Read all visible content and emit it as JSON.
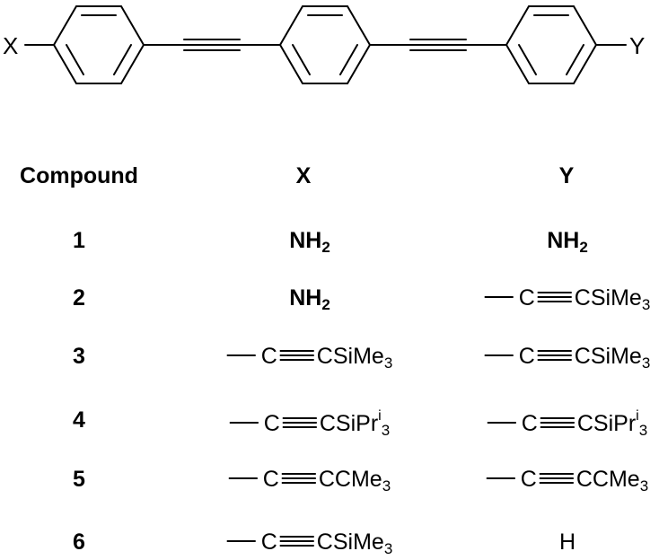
{
  "structure": {
    "left_label": "X",
    "right_label": "Y"
  },
  "table": {
    "headers": [
      "Compound",
      "X",
      "Y"
    ],
    "rows": [
      {
        "compound": "1",
        "x": {
          "kind": "nh2"
        },
        "y": {
          "kind": "nh2"
        }
      },
      {
        "compound": "2",
        "x": {
          "kind": "nh2"
        },
        "y": {
          "kind": "alkyne",
          "group": "SiMe",
          "sub": "3",
          "sup": ""
        }
      },
      {
        "compound": "3",
        "x": {
          "kind": "alkyne",
          "group": "SiMe",
          "sub": "3",
          "sup": ""
        },
        "y": {
          "kind": "alkyne",
          "group": "SiMe",
          "sub": "3",
          "sup": ""
        }
      },
      {
        "compound": "4",
        "x": {
          "kind": "alkyne",
          "group": "SiPr",
          "sub": "3",
          "sup": "i"
        },
        "y": {
          "kind": "alkyne",
          "group": "SiPr",
          "sub": "3",
          "sup": "i"
        }
      },
      {
        "compound": "5",
        "x": {
          "kind": "alkyne",
          "group": "CMe",
          "sub": "3",
          "sup": ""
        },
        "y": {
          "kind": "alkyne",
          "group": "CMe",
          "sub": "3",
          "sup": ""
        }
      },
      {
        "compound": "6",
        "x": {
          "kind": "alkyne",
          "group": "SiMe",
          "sub": "3",
          "sup": ""
        },
        "y": {
          "kind": "plain",
          "text": "H"
        }
      }
    ]
  },
  "text": {
    "nh2_base": "NH",
    "nh2_sub": "2",
    "carbon": "C"
  }
}
